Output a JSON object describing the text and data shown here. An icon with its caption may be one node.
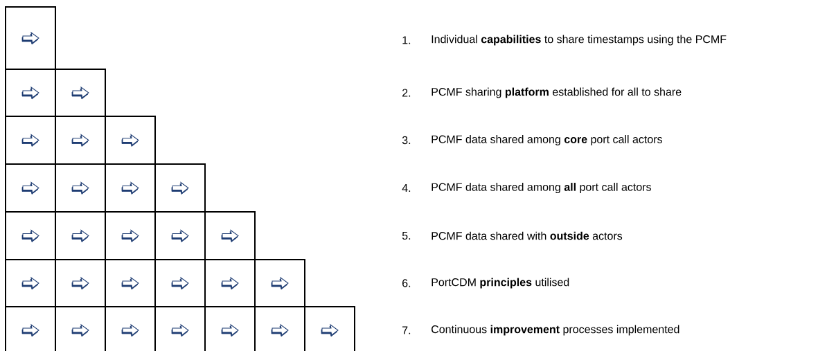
{
  "diagram": {
    "nodes": [
      {
        "text": [],
        "shape": "box"
      },
      {
        "text": [],
        "shape": "box"
      },
      {
        "text": [],
        "shape": "box"
      },
      {
        "text": [],
        "shape": "box"
      },
      {
        "text": [],
        "shape": "box"
      },
      {
        "text": [],
        "shape": "box"
      },
      {
        "text": [],
        "shape": "box"
      },
      {
        "text": [],
        "shape": "box"
      },
      {
        "text": [],
        "shape": "box"
      },
      {
        "text": [],
        "shape": "box"
      },
      {
        "text": [],
        "shape": "box"
      },
      {
        "text": [],
        "shape": "box"
      },
      {
        "text": [],
        "shape": "box"
      },
      {
        "text": [],
        "shape": "box"
      },
      {
        "text": [],
        "shape": "box"
      },
      {
        "text": [],
        "shape": "box"
      },
      {
        "text": [],
        "shape": "box"
      },
      {
        "text": [],
        "shape": "box"
      },
      {
        "text": [],
        "shape": "box"
      },
      {
        "text": [],
        "shape": "box"
      },
      {
        "text": [],
        "shape": "box"
      },
      {
        "text": [],
        "shape": "box"
      },
      {
        "text": [],
        "shape": "box"
      },
      {
        "text": [],
        "shape": "box"
      },
      {
        "text": [],
        "shape": "box"
      },
      {
        "text": [],
        "shape": "box"
      },
      {
        "text": [],
        "shape": "box"
      },
      {
        "text": [],
        "shape": "box"
      }
    ],
    "labels": [
      "1.",
      "Individual **capabilities** to share timestamps using the PCMF",
      "2.",
      "PCMF sharing **platform** established for all to share",
      "3.",
      "PCMF data shared among **core** port call actors",
      "4.",
      "PCMF data shared among **all** port call actors",
      "5.",
      "PCMF data shared with **outside** actors",
      "6.",
      "PortCDM **principles** utilised",
      "7.",
      "Continuous **improvement** processes implemented"
    ]
  }
}
